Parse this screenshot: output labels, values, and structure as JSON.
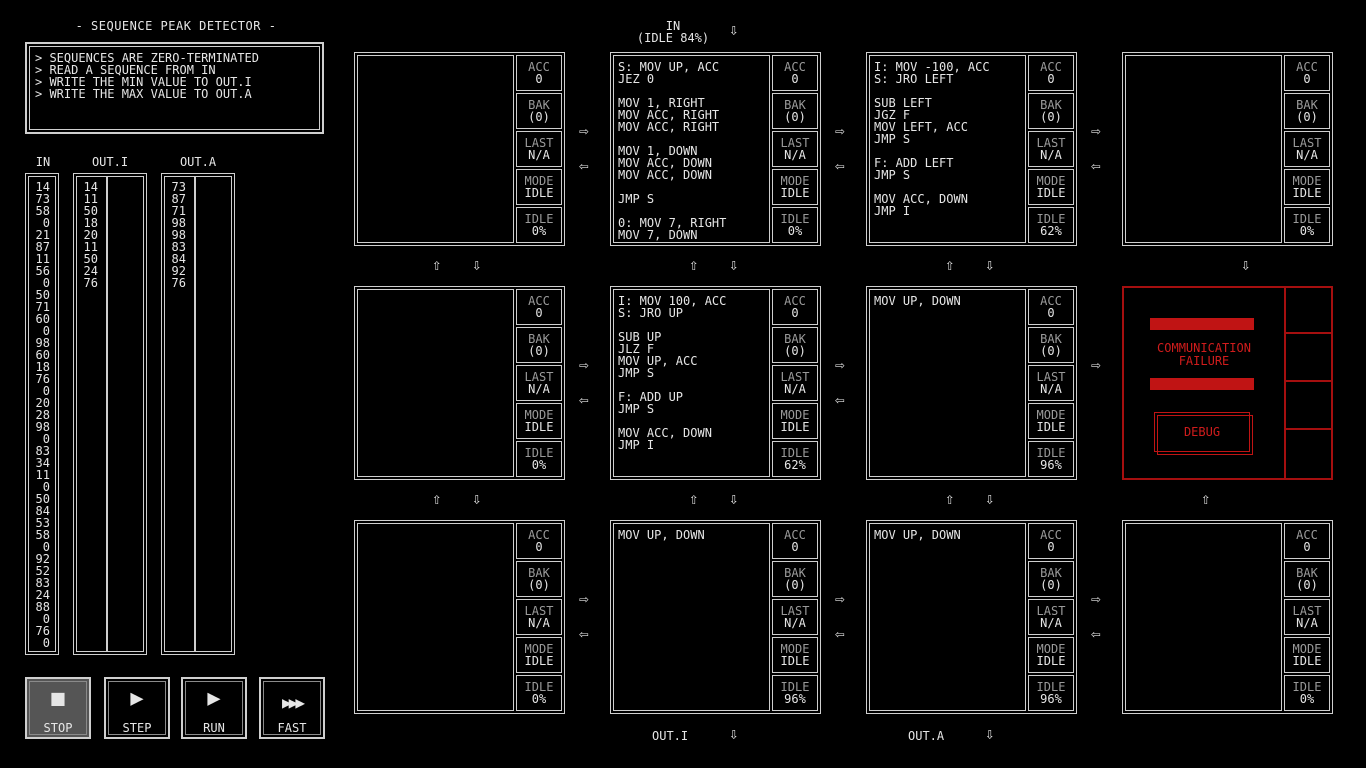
{
  "puzzle": {
    "title": "- SEQUENCE PEAK DETECTOR -",
    "description": [
      "> SEQUENCES ARE ZERO-TERMINATED",
      "> READ A SEQUENCE FROM IN",
      "> WRITE THE MIN VALUE TO OUT.I",
      "> WRITE THE MAX VALUE TO OUT.A"
    ]
  },
  "streams": {
    "in": {
      "label": "IN",
      "values": [
        "14",
        "73",
        "58",
        "0",
        "21",
        "87",
        "11",
        "56",
        "0",
        "50",
        "71",
        "60",
        "0",
        "98",
        "60",
        "18",
        "76",
        "0",
        "20",
        "28",
        "98",
        "0",
        "83",
        "34",
        "11",
        "0",
        "50",
        "84",
        "53",
        "58",
        "0",
        "92",
        "52",
        "83",
        "24",
        "88",
        "0",
        "76",
        "0"
      ]
    },
    "out_i": {
      "label": "OUT.I",
      "values": [
        "14",
        "11",
        "50",
        "18",
        "20",
        "11",
        "50",
        "24",
        "76"
      ]
    },
    "out_a": {
      "label": "OUT.A",
      "values": [
        "73",
        "87",
        "71",
        "98",
        "98",
        "83",
        "84",
        "92",
        "76"
      ]
    }
  },
  "top_input": {
    "label": "IN",
    "status": "(IDLE 84%)"
  },
  "bottom_outputs": {
    "out_i": "OUT.I",
    "out_a": "OUT.A"
  },
  "reg_labels": {
    "acc": "ACC",
    "bak": "BAK",
    "last": "LAST",
    "mode": "MODE",
    "idle": "IDLE"
  },
  "nodes": [
    {
      "code": "",
      "acc": "0",
      "bak": "(0)",
      "last": "N/A",
      "mode": "IDLE",
      "idle": "0%"
    },
    {
      "code": "S: MOV UP, ACC\nJEZ 0\n\nMOV 1, RIGHT\nMOV ACC, RIGHT\nMOV ACC, RIGHT\n\nMOV 1, DOWN\nMOV ACC, DOWN\nMOV ACC, DOWN\n\nJMP S\n\n0: MOV 7, RIGHT\nMOV 7, DOWN",
      "acc": "0",
      "bak": "(0)",
      "last": "N/A",
      "mode": "IDLE",
      "idle": "0%"
    },
    {
      "code": "I: MOV -100, ACC\nS: JRO LEFT\n\nSUB LEFT\nJGZ F\nMOV LEFT, ACC\nJMP S\n\nF: ADD LEFT\nJMP S\n\nMOV ACC, DOWN\nJMP I",
      "acc": "0",
      "bak": "(0)",
      "last": "N/A",
      "mode": "IDLE",
      "idle": "62%"
    },
    {
      "code": "",
      "acc": "0",
      "bak": "(0)",
      "last": "N/A",
      "mode": "IDLE",
      "idle": "0%"
    },
    {
      "code": "",
      "acc": "0",
      "bak": "(0)",
      "last": "N/A",
      "mode": "IDLE",
      "idle": "0%"
    },
    {
      "code": "I: MOV 100, ACC\nS: JRO UP\n\nSUB UP\nJLZ F\nMOV UP, ACC\nJMP S\n\nF: ADD UP\nJMP S\n\nMOV ACC, DOWN\nJMP I",
      "acc": "0",
      "bak": "(0)",
      "last": "N/A",
      "mode": "IDLE",
      "idle": "62%"
    },
    {
      "code": "MOV UP, DOWN",
      "acc": "0",
      "bak": "(0)",
      "last": "N/A",
      "mode": "IDLE",
      "idle": "96%"
    },
    {
      "code": "",
      "acc": "0",
      "bak": "(0)",
      "last": "N/A",
      "mode": "IDLE",
      "idle": "0%"
    },
    {
      "code": "MOV UP, DOWN",
      "acc": "0",
      "bak": "(0)",
      "last": "N/A",
      "mode": "IDLE",
      "idle": "96%"
    },
    {
      "code": "MOV UP, DOWN",
      "acc": "0",
      "bak": "(0)",
      "last": "N/A",
      "mode": "IDLE",
      "idle": "96%"
    },
    {
      "code": "",
      "acc": "0",
      "bak": "(0)",
      "last": "N/A",
      "mode": "IDLE",
      "idle": "0%"
    }
  ],
  "error_node": {
    "message_line1": "COMMUNICATION",
    "message_line2": "FAILURE",
    "debug_label": "DEBUG",
    "color": "#c01414"
  },
  "controls": [
    {
      "label": "STOP",
      "glyph": "■"
    },
    {
      "label": "STEP",
      "glyph": "▶"
    },
    {
      "label": "RUN",
      "glyph": "▶"
    },
    {
      "label": "FAST",
      "glyph": "▶▶▶"
    }
  ],
  "arrows": {
    "right": "⇨",
    "left": "⇦",
    "up": "⇧",
    "down": "⇩"
  }
}
